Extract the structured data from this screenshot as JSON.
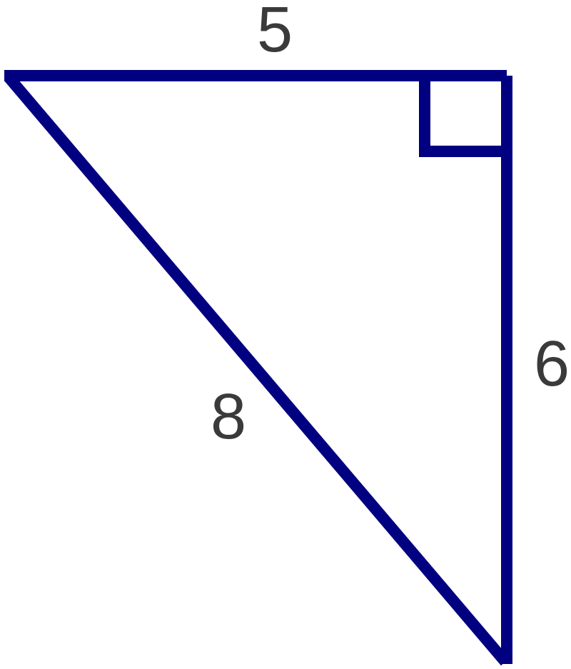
{
  "diagram": {
    "shape": "right-triangle",
    "right_angle_marker": true,
    "stroke_color": "#000080",
    "label_color": "#3a3a3a",
    "labels": {
      "top_side": "5",
      "right_side": "6",
      "hypotenuse": "8"
    }
  }
}
